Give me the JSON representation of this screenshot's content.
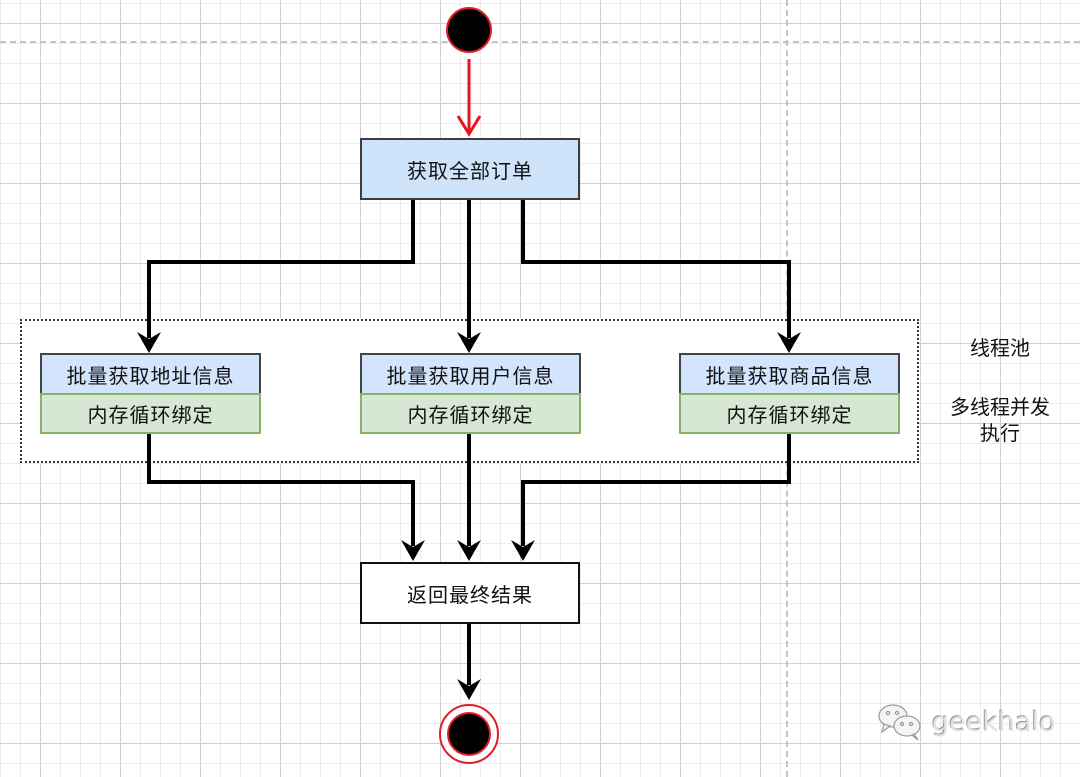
{
  "diagram": {
    "start_node": {
      "type": "initial",
      "color": "#000000",
      "stroke": "#e01e2a"
    },
    "nodes": {
      "fetch_orders": {
        "label": "获取全部订单",
        "fill": "#cfe3fb"
      },
      "fetch_address": {
        "label": "批量获取地址信息",
        "sub_label": "内存循环绑定"
      },
      "fetch_user": {
        "label": "批量获取用户信息",
        "sub_label": "内存循环绑定"
      },
      "fetch_product": {
        "label": "批量获取商品信息",
        "sub_label": "内存循环绑定"
      },
      "return_result": {
        "label": "返回最终结果",
        "fill": "#ffffff"
      }
    },
    "end_node": {
      "type": "final",
      "color": "#000000",
      "stroke": "#e01e2a"
    },
    "pool": {
      "title": "线程池",
      "note_line1": "多线程并发",
      "note_line2": "执行"
    },
    "colors": {
      "start_edge": "#e8151f",
      "edge": "#000000",
      "task_header_fill": "#d2e5fc",
      "task_body_fill": "#d6e7d4",
      "task_body_border": "#83b26a"
    },
    "edges": [
      {
        "from": "start",
        "to": "fetch_orders"
      },
      {
        "from": "fetch_orders",
        "to": "fetch_address"
      },
      {
        "from": "fetch_orders",
        "to": "fetch_user"
      },
      {
        "from": "fetch_orders",
        "to": "fetch_product"
      },
      {
        "from": "fetch_address",
        "to": "return_result"
      },
      {
        "from": "fetch_user",
        "to": "return_result"
      },
      {
        "from": "fetch_product",
        "to": "return_result"
      },
      {
        "from": "return_result",
        "to": "end"
      }
    ]
  },
  "watermark": {
    "icon": "wechat-icon",
    "text": "geekhalo"
  }
}
